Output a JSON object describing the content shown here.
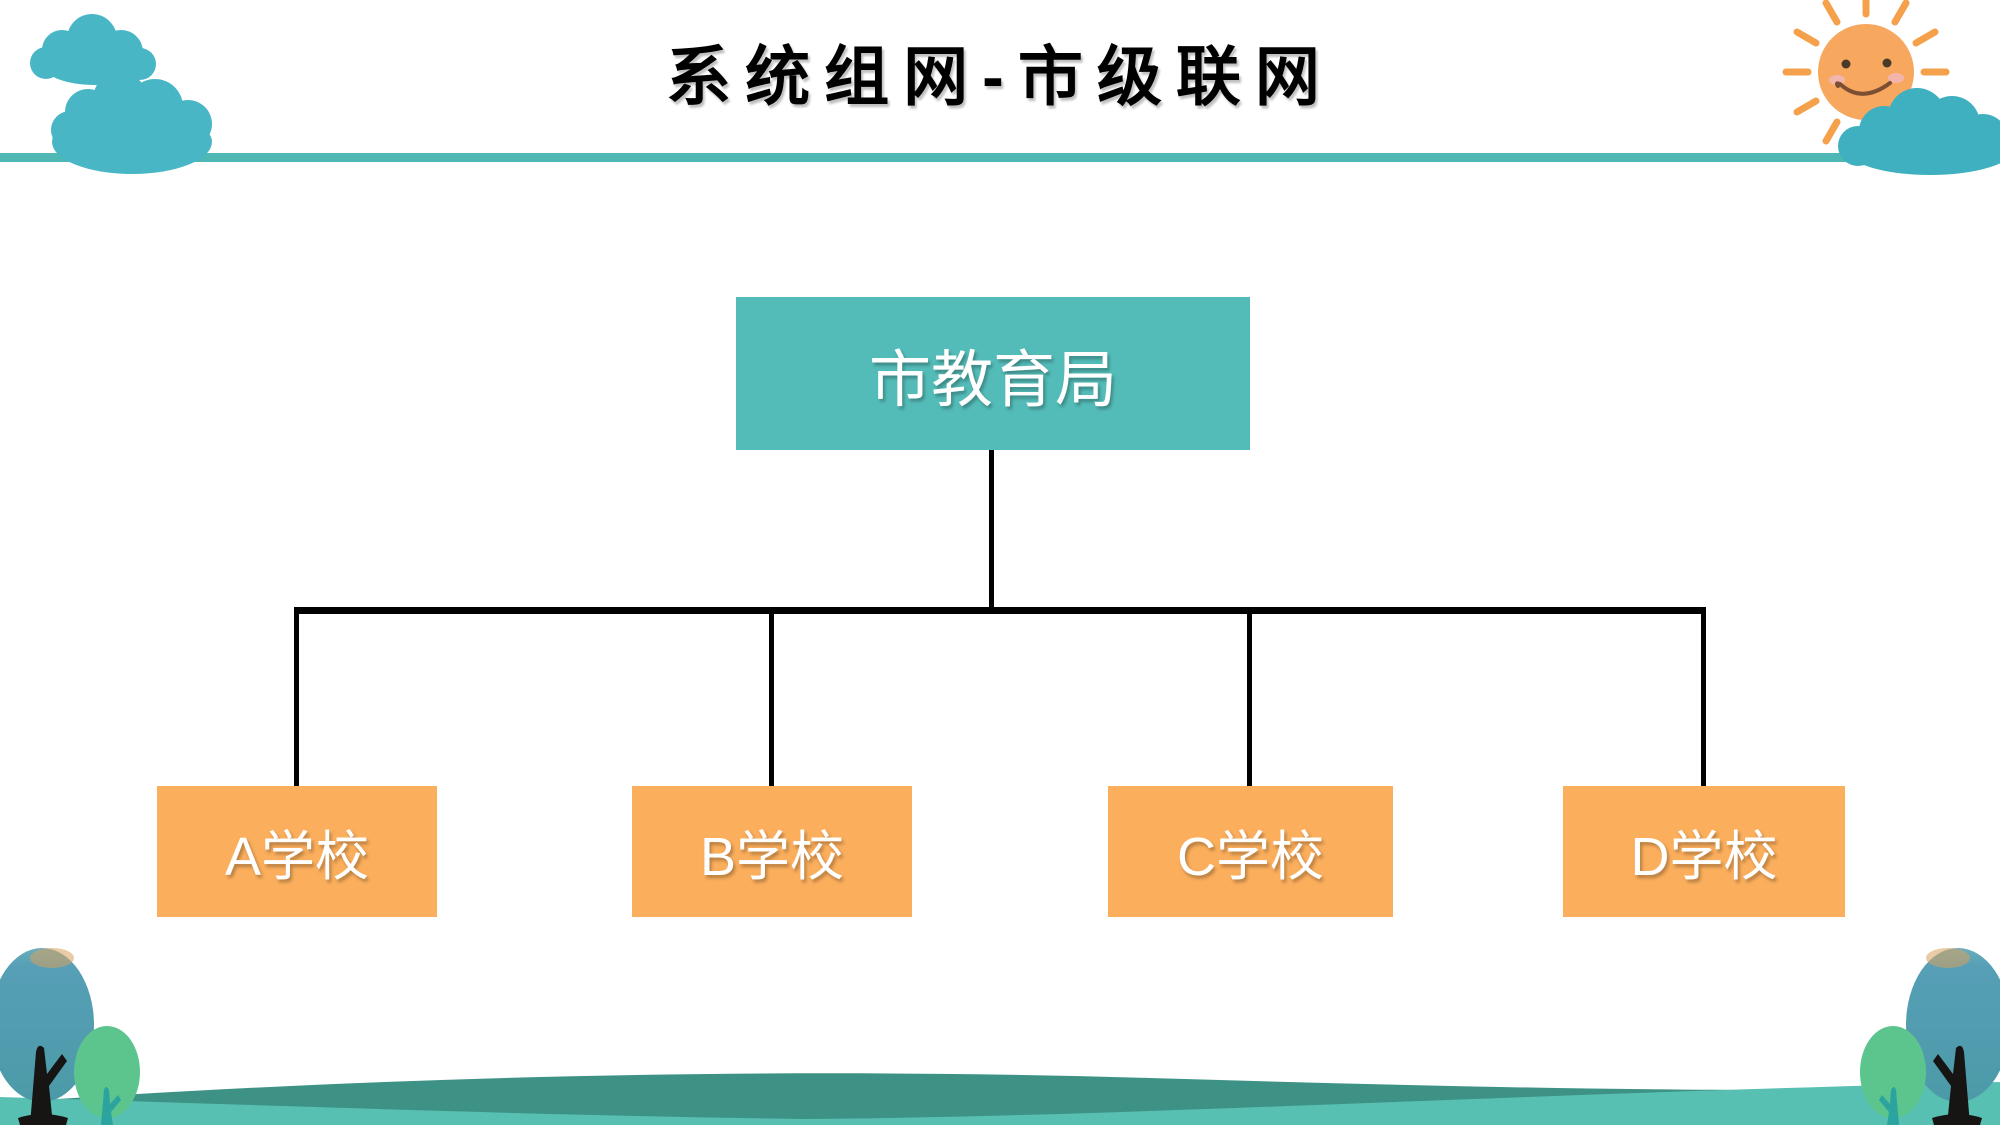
{
  "slide": {
    "title": "系统组网-市级联网"
  },
  "diagram": {
    "type": "org-chart",
    "root": {
      "label": "市教育局"
    },
    "children": [
      {
        "label": "A学校"
      },
      {
        "label": "B学校"
      },
      {
        "label": "C学校"
      },
      {
        "label": "D学校"
      }
    ]
  },
  "colors": {
    "root_fill": "#54bcb8",
    "child_fill": "#fbae5c",
    "node_text": "#ffffff",
    "title_text": "#000000",
    "divider": "#4fb8b4",
    "connector": "#000000",
    "cloud": "#49b6c6",
    "sun": "#f8a75f",
    "hill_back": "#3e9285",
    "hill_front": "#58c0b2",
    "big_tree": "#4f9fb4",
    "small_tree": "#5cc48d"
  },
  "decorations": {
    "top_left": "clouds-icon",
    "top_right": "sun-cloud-icon",
    "bottom": "hills-and-trees-graphic"
  }
}
